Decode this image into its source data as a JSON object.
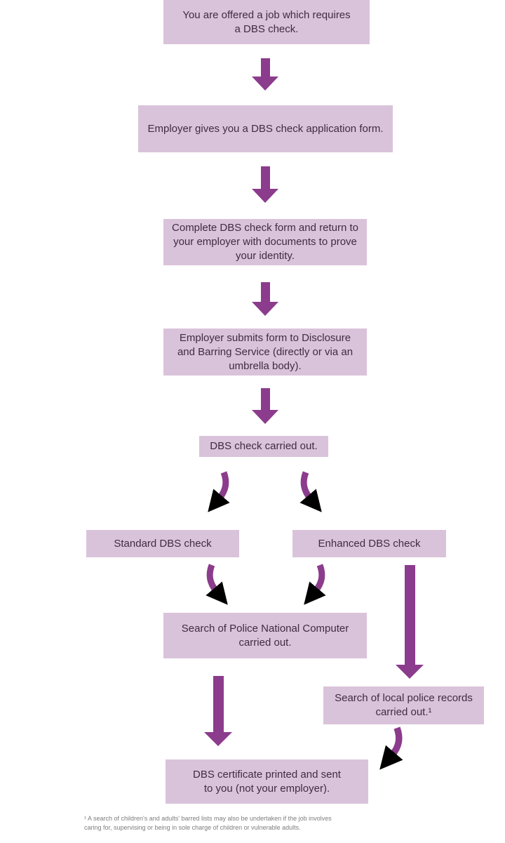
{
  "colors": {
    "box_fill": "#d9c3da",
    "arrow": "#8c3c8c",
    "box_text": "#3f2b44",
    "footnote": "#7d7d7d",
    "background": "#ffffff"
  },
  "nodes": {
    "offered": {
      "text": "You are offered a job which requires\na DBS check."
    },
    "form_given": {
      "text": "Employer gives you a DBS check application form."
    },
    "complete_form": {
      "text": "Complete DBS check form and return to\nyour employer with documents to prove\nyour identity."
    },
    "submit_form": {
      "text": "Employer submits form to Disclosure\nand Barring Service (directly or via an\numbrella body)."
    },
    "check_carried_out": {
      "text": "DBS check carried out."
    },
    "standard": {
      "text": "Standard DBS check"
    },
    "enhanced": {
      "text": "Enhanced DBS check"
    },
    "pnc_search": {
      "text": "Search of Police National Computer\ncarried out."
    },
    "local_search": {
      "text": "Search of local police records\ncarried out.¹"
    },
    "certificate": {
      "text": "DBS certificate printed and sent\nto you (not your employer)."
    }
  },
  "edges": [
    {
      "from": "offered",
      "to": "form_given",
      "style": "straight-down"
    },
    {
      "from": "form_given",
      "to": "complete_form",
      "style": "straight-down"
    },
    {
      "from": "complete_form",
      "to": "submit_form",
      "style": "straight-down"
    },
    {
      "from": "submit_form",
      "to": "check_carried_out",
      "style": "straight-down"
    },
    {
      "from": "check_carried_out",
      "to": "standard",
      "style": "curved-left"
    },
    {
      "from": "check_carried_out",
      "to": "enhanced",
      "style": "curved-right"
    },
    {
      "from": "standard",
      "to": "pnc_search",
      "style": "curved-right"
    },
    {
      "from": "enhanced",
      "to": "pnc_search",
      "style": "curved-left"
    },
    {
      "from": "enhanced",
      "to": "local_search",
      "style": "straight-down"
    },
    {
      "from": "pnc_search",
      "to": "certificate",
      "style": "straight-down"
    },
    {
      "from": "local_search",
      "to": "certificate",
      "style": "curved-left"
    }
  ],
  "footnote": "¹ A search of children's and adults' barred lists may also be undertaken if the job involves\ncaring for, supervising or being in sole charge of children or vulnerable adults."
}
